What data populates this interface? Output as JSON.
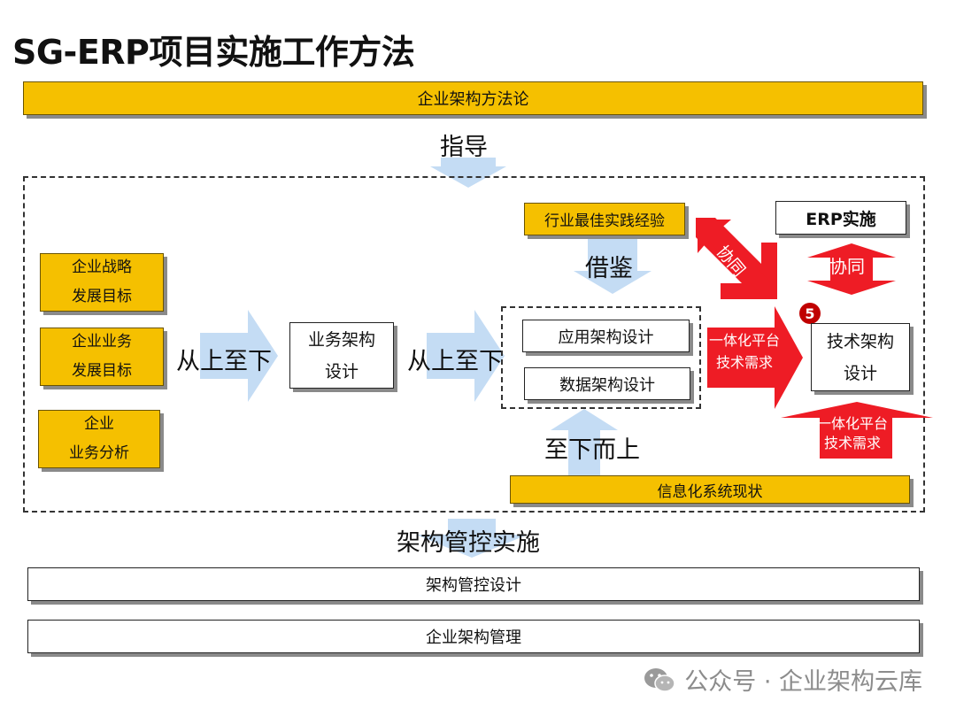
{
  "title": "SG-ERP项目实施工作方法",
  "top_bar": "企业架构方法论",
  "labels": {
    "guide": "指导",
    "top_down_left": "从上至下",
    "top_down_mid": "从上至下",
    "borrow": "借鉴",
    "bottom_up": "至下而上",
    "governance": "架构管控实施",
    "collab_diag": "协同",
    "collab_vert": "协同",
    "badge": "5"
  },
  "left_goals": [
    {
      "line1": "企业战略",
      "line2": "发展目标"
    },
    {
      "line1": "企业业务",
      "line2": "发展目标"
    },
    {
      "line1": "企业",
      "line2": "业务分析"
    }
  ],
  "business_arch": {
    "line1": "业务架构",
    "line2": "设计"
  },
  "best_practice": "行业最佳实践经验",
  "app_arch": "应用架构设计",
  "data_arch": "数据架构设计",
  "it_status": "信息化系统现状",
  "erp_impl": "ERP实施",
  "tech_arch": {
    "line1": "技术架构",
    "line2": "设计"
  },
  "platform_req_1": {
    "line1": "一体化平台",
    "line2": "技术需求"
  },
  "platform_req_2": {
    "line1": "一体化平台",
    "line2": "技术需求"
  },
  "bottom_bars": [
    "架构管控设计",
    "企业架构管理"
  ],
  "watermark": {
    "text": "公众号 · 企业架构云库",
    "icon": "wechat-icon"
  },
  "colors": {
    "yellow": "#f5c000",
    "red": "#ee1c25",
    "blue_arrow": "#c4dcf4"
  }
}
